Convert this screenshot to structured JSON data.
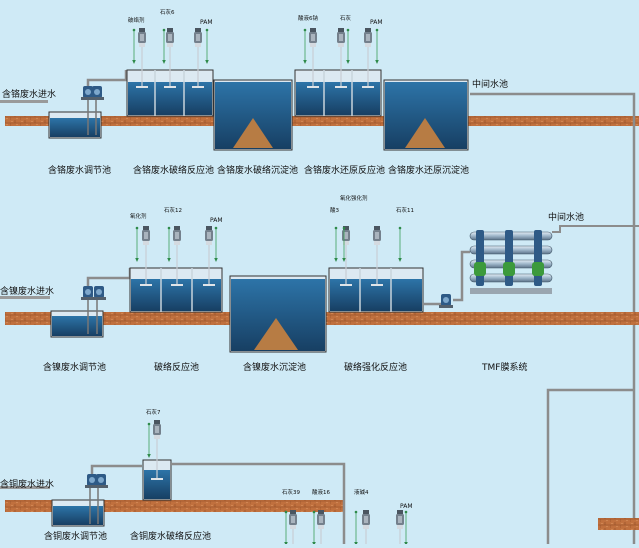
{
  "labels": {
    "l1_inlet": "含铬废水进水",
    "l1_mid_pool": "中间水池",
    "l1_u1": "含铬废水调节池",
    "l1_u2": "含铬废水破络反应池",
    "l1_u3": "含铬废水破络沉淀池",
    "l1_u4": "含铬废水还原反应池",
    "l1_u5": "含铬废水还原沉淀池",
    "l2_inlet": "含镍废水进水",
    "l2_mid_pool": "中间水池",
    "l2_u1": "含镍废水调节池",
    "l2_u2": "破络反应池",
    "l2_u3": "含镍废水沉淀池",
    "l2_u4": "破络强化反应池",
    "l2_u5": "TMF膜系统",
    "l3_inlet": "含铜废水进水",
    "l3_u1": "含铜废水调节池",
    "l3_u2": "含铜废水破络反应池"
  },
  "dosing": {
    "l1a": [
      "破络剂",
      "石灰6",
      "PAM"
    ],
    "l1b": [
      "酸液6钠",
      "石灰",
      "PAM"
    ],
    "l2a": [
      "氧化剂",
      "石灰12",
      "PAM"
    ],
    "l2b": [
      "酸3",
      "氧化强化剂",
      "石灰11"
    ],
    "l3a": [
      "石灰7"
    ],
    "l3b": [
      "石灰39",
      "酸液16",
      "液碱4",
      "PAM"
    ]
  },
  "colors": {
    "background": "#cfeaf6",
    "tank": "#1f5d8d",
    "sludge": "#b77c44",
    "pipe": "#8c8c8c",
    "ground": "#b86a3a"
  }
}
